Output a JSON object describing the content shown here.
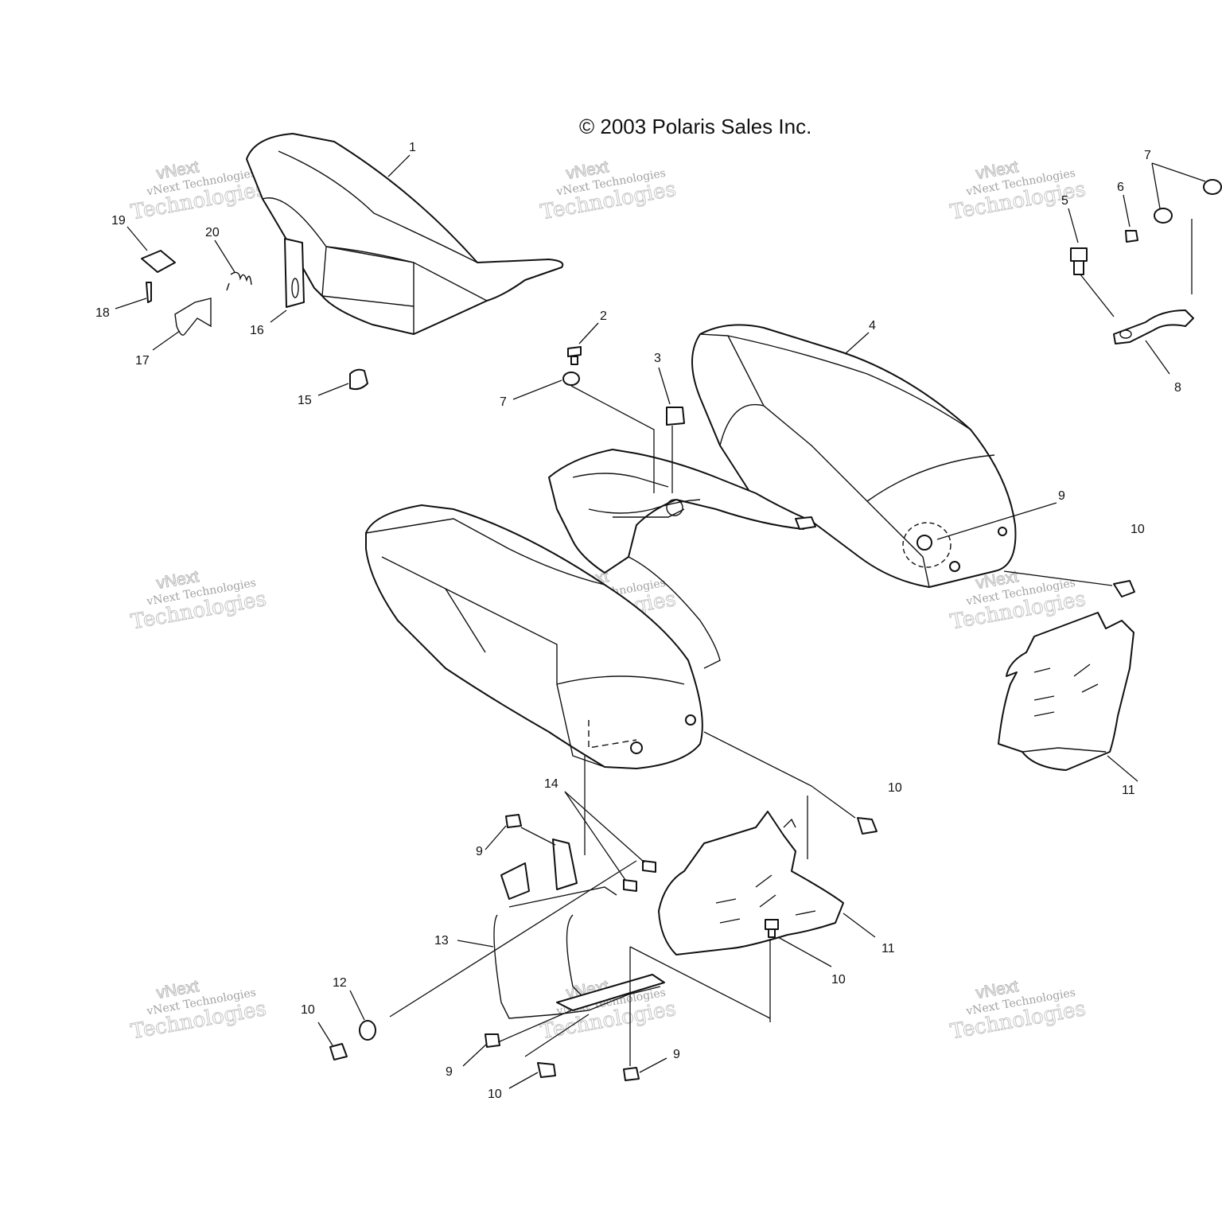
{
  "copyright": "© 2003 Polaris Sales Inc.",
  "watermark": {
    "line1": "vNext Technologies",
    "line2": "vNext",
    "line3": "Technologies"
  },
  "callouts": [
    {
      "id": "c1",
      "text": "1"
    },
    {
      "id": "c2",
      "text": "2"
    },
    {
      "id": "c3",
      "text": "3"
    },
    {
      "id": "c4",
      "text": "4"
    },
    {
      "id": "c5",
      "text": "5"
    },
    {
      "id": "c6",
      "text": "6"
    },
    {
      "id": "c7a",
      "text": "7"
    },
    {
      "id": "c7b",
      "text": "7"
    },
    {
      "id": "c8",
      "text": "8"
    },
    {
      "id": "c9a",
      "text": "9"
    },
    {
      "id": "c9b",
      "text": "9"
    },
    {
      "id": "c9c",
      "text": "9"
    },
    {
      "id": "c9d",
      "text": "9"
    },
    {
      "id": "c10a",
      "text": "10"
    },
    {
      "id": "c10b",
      "text": "10"
    },
    {
      "id": "c10c",
      "text": "10"
    },
    {
      "id": "c10d",
      "text": "10"
    },
    {
      "id": "c10e",
      "text": "10"
    },
    {
      "id": "c11a",
      "text": "11"
    },
    {
      "id": "c11b",
      "text": "11"
    },
    {
      "id": "c12",
      "text": "12"
    },
    {
      "id": "c13",
      "text": "13"
    },
    {
      "id": "c14",
      "text": "14"
    },
    {
      "id": "c15",
      "text": "15"
    },
    {
      "id": "c16",
      "text": "16"
    },
    {
      "id": "c17",
      "text": "17"
    },
    {
      "id": "c18",
      "text": "18"
    },
    {
      "id": "c19",
      "text": "19"
    },
    {
      "id": "c20",
      "text": "20"
    }
  ]
}
